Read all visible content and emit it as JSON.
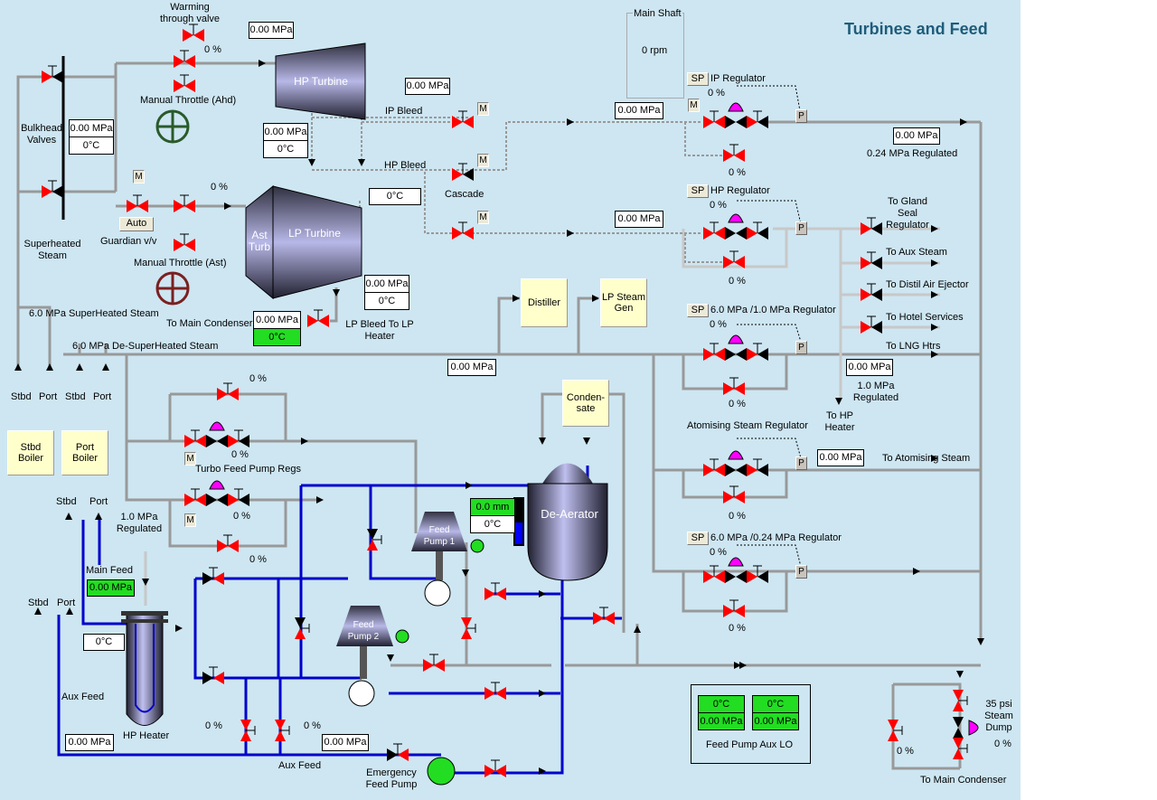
{
  "title": "Turbines and Feed",
  "colors": {
    "background": "#cde6f2",
    "valve": "#ff0000",
    "regulator_actuator": "#ff00ff",
    "feed_line": "#0000cc",
    "steam_line": "#999999",
    "green_display": "#22dd22",
    "box_fill": "#ffffcc"
  },
  "main_shaft": {
    "label": "Main Shaft",
    "value": "0 rpm"
  },
  "steam_supply": {
    "bulkhead_label": "Bulkhead Valves",
    "bulkhead_pressure": "0.00 MPa",
    "bulkhead_temp": "0°C",
    "superheated_label": "Superheated Steam",
    "warming_label": "Warming through valve",
    "ahd_percent": "0 %",
    "ahd_label": "Manual Throttle (Ahd)",
    "hp_inlet_pressure": "0.00 MPa",
    "ast_percent": "0 %",
    "ast_label": "Manual Throttle (Ast)",
    "guardian_label": "Guardian v/v",
    "auto_button": "Auto",
    "m": "M"
  },
  "turbines": {
    "hp": "HP Turbine",
    "lp": "LP Turbine",
    "ast": "Ast Turb",
    "hp_exhaust_pressure": "0.00 MPa",
    "hp_exhaust_temp": "0°C",
    "lp_inlet_temp": "0°C",
    "condenser_label": "To Main Condenser",
    "condenser_pressure": "0.00 MPa",
    "condenser_temp": "0°C",
    "lp_bleed_pressure": "0.00 MPa",
    "lp_bleed_temp": "0°C",
    "lp_bleed_label": "LP Bleed To LP Heater"
  },
  "bleeds": {
    "ip_label": "IP Bleed",
    "ip_pressure": "0.00 MPa",
    "hp_label": "HP Bleed",
    "cascade_label": "Cascade",
    "ip_line_pressure": "0.00 MPa",
    "hp_line_pressure": "0.00 MPa"
  },
  "regulators": [
    {
      "name": "IP Regulator",
      "sp": "SP",
      "percent": "0 %",
      "bypass_percent": "0 %",
      "p": "P"
    },
    {
      "name": "HP Regulator",
      "sp": "SP",
      "percent": "0 %",
      "bypass_percent": "0 %",
      "p": "P"
    },
    {
      "name": "6.0 MPa /1.0 MPa  Regulator",
      "sp": "SP",
      "percent": "0 %",
      "bypass_percent": "0 %",
      "p": "P"
    },
    {
      "name": "Atomising Steam Regulator",
      "percent": "",
      "bypass_percent": "0 %",
      "p": "P"
    },
    {
      "name": "6.0 MPa /0.24 MPa Regulator",
      "sp": "SP",
      "percent": "0 %",
      "bypass_percent": "0 %",
      "p": "P"
    }
  ],
  "regulated": {
    "p024_value": "0.00 MPa",
    "p024_label": "0.24 MPa Regulated",
    "p10_value": "0.00 MPa",
    "p10_label": "1.0 MPa Regulated",
    "atomising_value": "0.00 MPa",
    "atomising_label": "To Atomising Steam"
  },
  "destinations": [
    "To Gland Seal Regulator",
    "To Aux Steam",
    "To Distil Air Ejector",
    "To Hotel Services",
    "To LNG Htrs"
  ],
  "to_hp_heater": "To HP Heater",
  "headers": {
    "superheated": "6.0 MPa SuperHeated Steam",
    "desuperheated": "6.0 MPa De-SuperHeated Steam",
    "desup_pressure": "0.00 MPa"
  },
  "boilers": {
    "stbd": "Stbd",
    "port": "Port",
    "stbd_boiler": "Stbd Boiler",
    "port_boiler": "Port Boiler"
  },
  "units": {
    "distiller": "Distiller",
    "lp_steam_gen": "LP Steam Gen",
    "condensate": "Conden-sate"
  },
  "turbo_feed": {
    "label": "Turbo Feed Pump Regs",
    "top_bypass": "0 %",
    "reg1": "0 %",
    "reg2": "0 %",
    "bottom_bypass": "0 %",
    "regulated_label": "1.0 MPa Regulated"
  },
  "deaerator": {
    "label": "De-Aerator",
    "level": "0.0 mm",
    "temp": "0°C",
    "level_fraction": 0.6
  },
  "feed": {
    "pump1": "Feed Pump 1",
    "pump2": "Feed Pump 2",
    "main_feed_label": "Main Feed",
    "main_feed_pressure": "0.00 MPa",
    "hp_heater": "HP Heater",
    "hp_heater_temp": "0°C",
    "aux_feed_label": "Aux Feed",
    "aux_feed_pressure": "0.00 MPa",
    "aux_feed2": "Aux  Feed",
    "aux_pct1": "0 %",
    "aux_pct2": "0 %",
    "emergency_pressure": "0.00 MPa",
    "emergency_pump": "Emergency Feed Pump"
  },
  "aux_lo": {
    "label": "Feed Pump Aux LO",
    "temp1": "0°C",
    "pres1": "0.00 MPa",
    "temp2": "0°C",
    "pres2": "0.00 MPa"
  },
  "dump": {
    "label": "35 psi Steam Dump",
    "percent": "0 %",
    "bypass_percent": "0 %",
    "to": "To Main Condenser"
  }
}
